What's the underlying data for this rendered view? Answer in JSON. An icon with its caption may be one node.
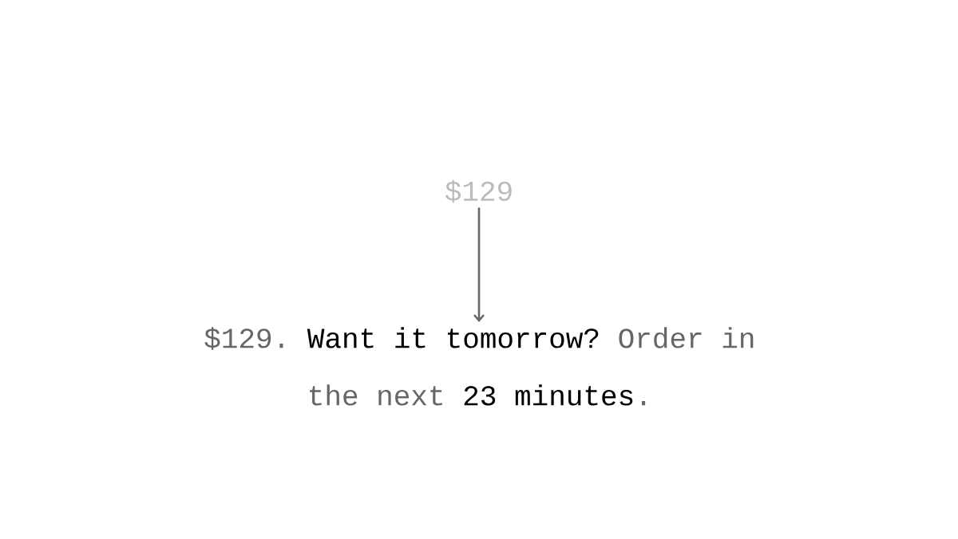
{
  "diagram": {
    "nodes": [
      {
        "text": [
          "$129"
        ]
      },
      {
        "text": [
          "$129.",
          "Want it tomorrow?",
          "Order in the next",
          "23 minutes",
          "."
        ]
      }
    ],
    "edges": [
      {
        "from": 0,
        "to": 1,
        "arrow": "to"
      }
    ]
  }
}
